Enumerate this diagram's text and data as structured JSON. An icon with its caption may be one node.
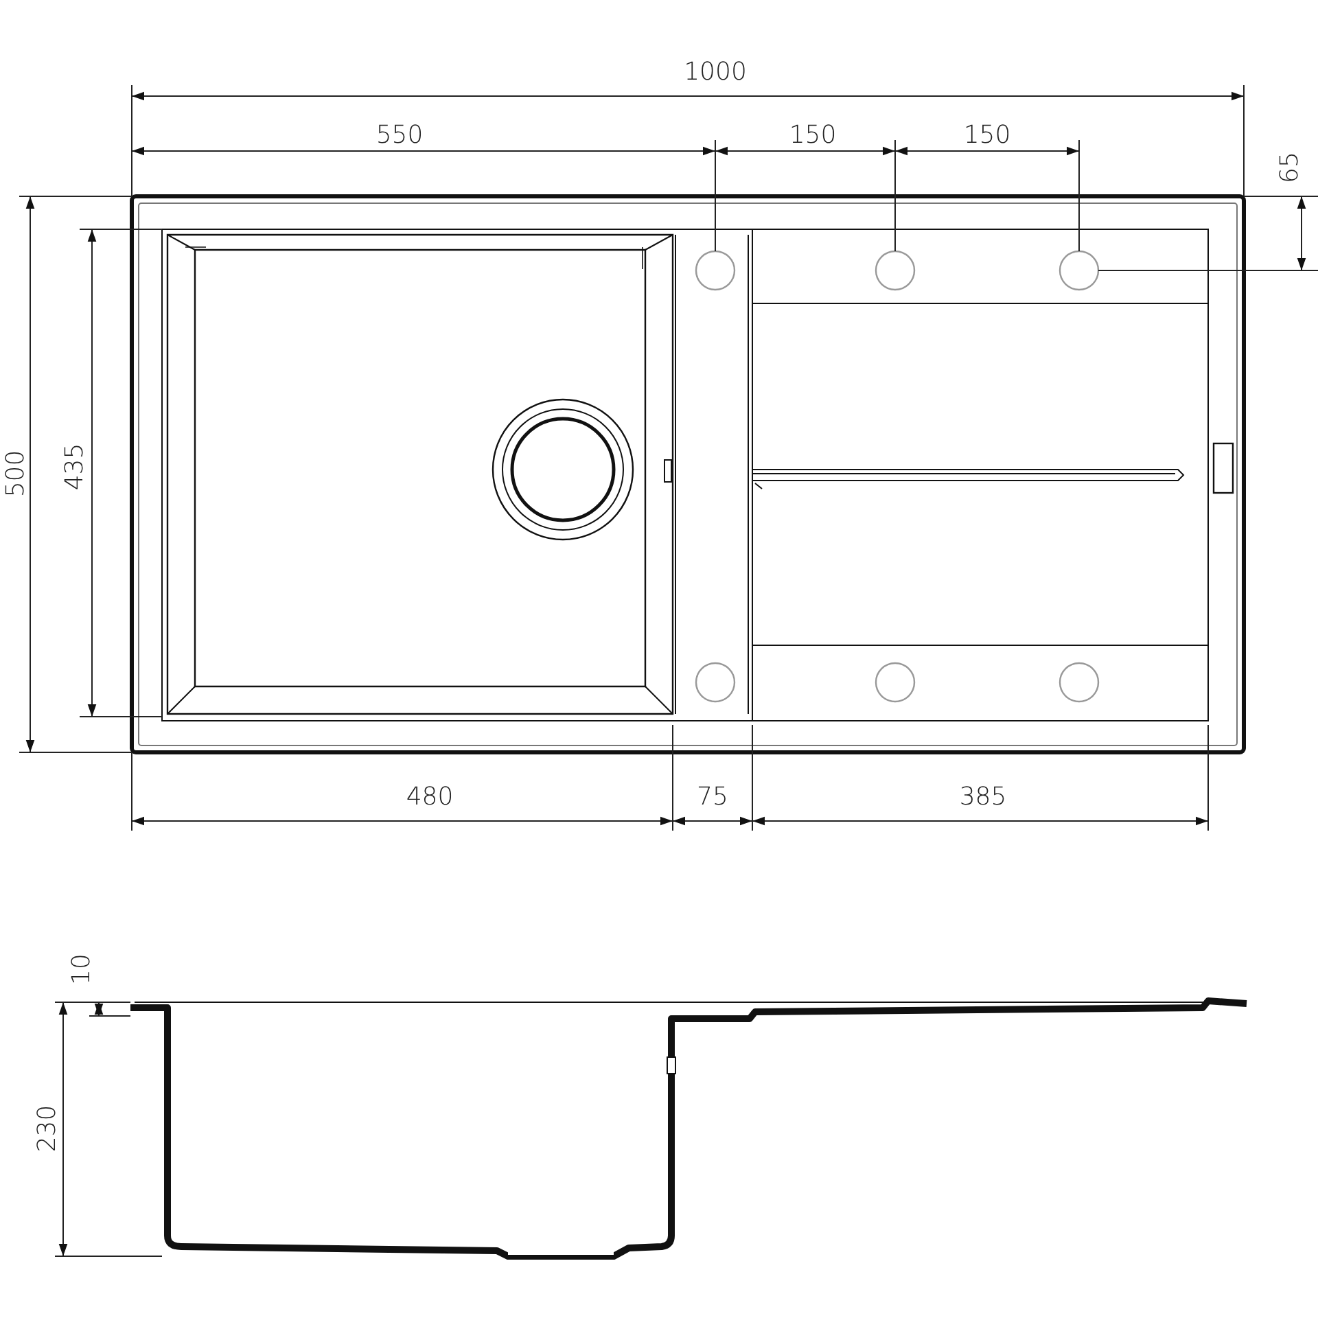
{
  "diagram": {
    "labels": [
      "1000",
      "550",
      "150",
      "150",
      "65",
      "500",
      "435",
      "480",
      "75",
      "385",
      "10",
      "230"
    ]
  }
}
